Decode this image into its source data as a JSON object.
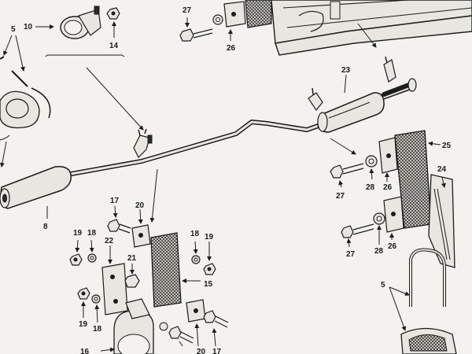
{
  "diagram": {
    "colors": {
      "paper": "#f3f2ee",
      "ink": "#1c1c1c",
      "part_fill": "#e8e6e0"
    },
    "callouts": [
      {
        "id": "c10",
        "text": "10"
      },
      {
        "id": "c14",
        "text": "14"
      },
      {
        "id": "c5a",
        "text": "5"
      },
      {
        "id": "c27a",
        "text": "27"
      },
      {
        "id": "c26a",
        "text": "26"
      },
      {
        "id": "c23",
        "text": "23"
      },
      {
        "id": "c8",
        "text": "8"
      },
      {
        "id": "c17a",
        "text": "17"
      },
      {
        "id": "c20a",
        "text": "20"
      },
      {
        "id": "c19a",
        "text": "19"
      },
      {
        "id": "c18a",
        "text": "18"
      },
      {
        "id": "c22",
        "text": "22"
      },
      {
        "id": "c21",
        "text": "21"
      },
      {
        "id": "c18b",
        "text": "18"
      },
      {
        "id": "c19b",
        "text": "19"
      },
      {
        "id": "c15",
        "text": "15"
      },
      {
        "id": "c19c",
        "text": "19"
      },
      {
        "id": "c18c",
        "text": "18"
      },
      {
        "id": "c16",
        "text": "16"
      },
      {
        "id": "c20b",
        "text": "20"
      },
      {
        "id": "c17b",
        "text": "17"
      },
      {
        "id": "c27b",
        "text": "27"
      },
      {
        "id": "c28a",
        "text": "28"
      },
      {
        "id": "c26b",
        "text": "26"
      },
      {
        "id": "c25",
        "text": "25"
      },
      {
        "id": "c24",
        "text": "24"
      },
      {
        "id": "c27c",
        "text": "27"
      },
      {
        "id": "c28b",
        "text": "28"
      },
      {
        "id": "c26c",
        "text": "26"
      },
      {
        "id": "c5b",
        "text": "5"
      }
    ]
  }
}
